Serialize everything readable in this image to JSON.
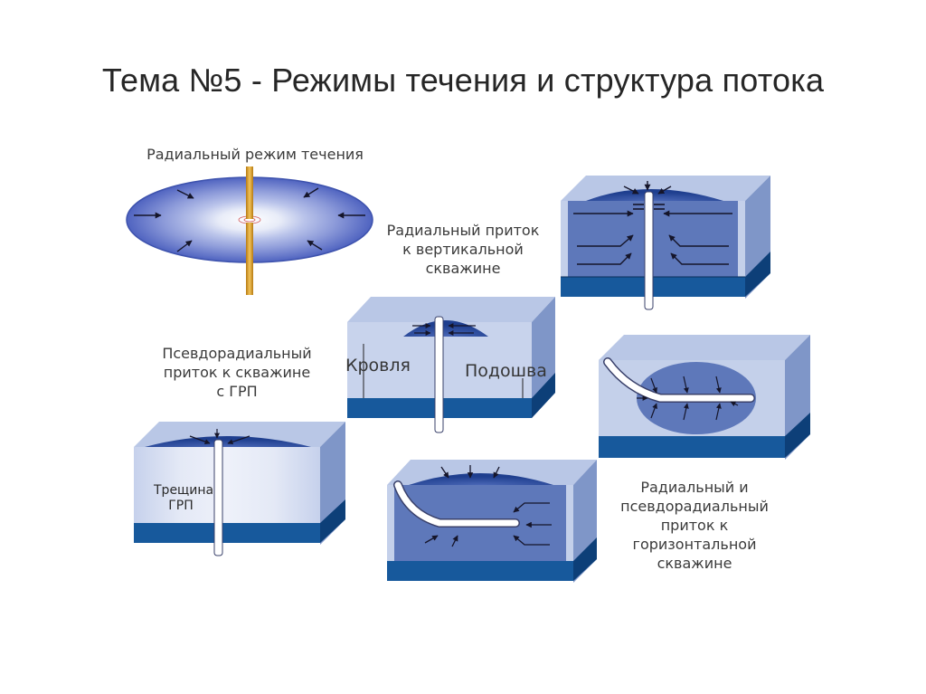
{
  "slide": {
    "title": "Тема №5  - Режимы течения и структура потока"
  },
  "labels": {
    "radial_mode": "Радиальный режим течения",
    "radial_vertical": [
      "Радиальный приток",
      "к вертикальной",
      "скважине"
    ],
    "pseudoradial_frac": [
      "Псевдорадиальный",
      "приток к скважине",
      "с ГРП"
    ],
    "roof": "Кровля",
    "floor": "Подошва",
    "fracture": [
      "Трещина",
      "ГРП"
    ],
    "radial_horizontal": [
      "Радиальный и",
      "псевдорадиальный",
      "приток к",
      "горизонтальной",
      "скважине"
    ]
  },
  "colors": {
    "reservoir_light": "#c4d0ea",
    "reservoir_side": "#7f96c8",
    "reservoir_top": "#b9c7e6",
    "flow_zone": "#5a74b8",
    "flow_zone_dark": "#2f4f9a",
    "base_layer": "#17599c",
    "base_layer_side": "#0d3f78",
    "well": "#ffffff",
    "disk_pipe": "#d89a2a",
    "arrow": "#1a1a2e"
  }
}
